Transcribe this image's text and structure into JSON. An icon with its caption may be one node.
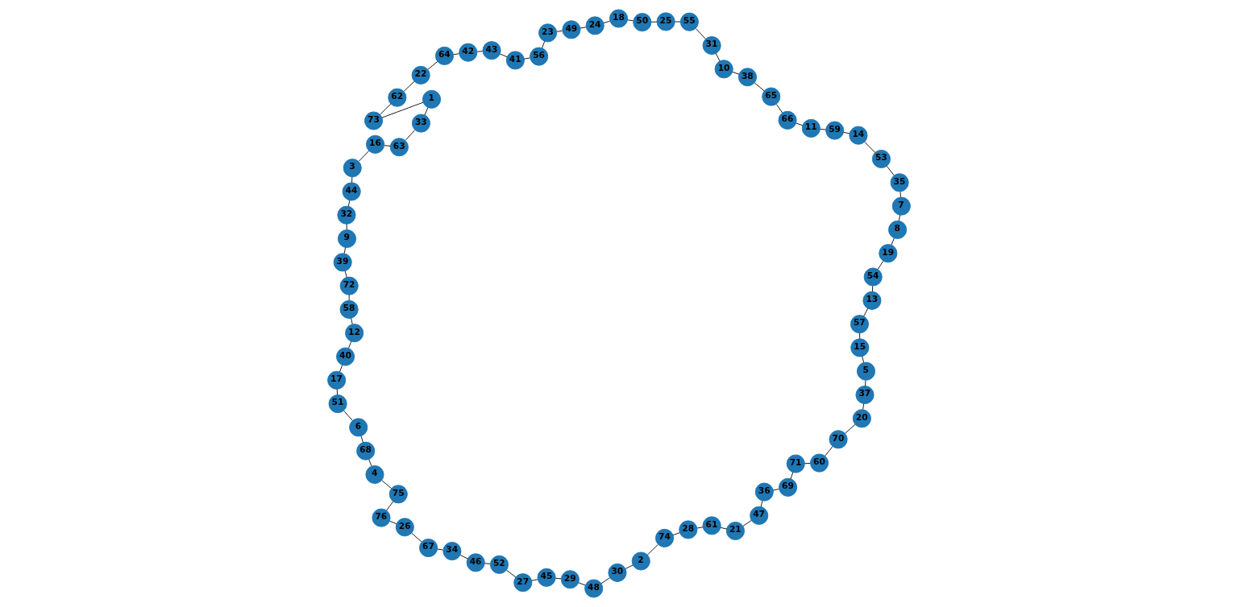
{
  "diagram": {
    "nodes": [
      {
        "text": [
          "1"
        ]
      },
      {
        "text": [
          "2"
        ]
      },
      {
        "text": [
          "3"
        ]
      },
      {
        "text": [
          "4"
        ]
      },
      {
        "text": [
          "5"
        ]
      },
      {
        "text": [
          "6"
        ]
      },
      {
        "text": [
          "7"
        ]
      },
      {
        "text": [
          "8"
        ]
      },
      {
        "text": [
          "9"
        ]
      },
      {
        "text": [
          "10"
        ]
      },
      {
        "text": [
          "11"
        ]
      },
      {
        "text": [
          "12"
        ]
      },
      {
        "text": [
          "13"
        ]
      },
      {
        "text": [
          "14"
        ]
      },
      {
        "text": [
          "15"
        ]
      },
      {
        "text": [
          "16"
        ]
      },
      {
        "text": [
          "17"
        ]
      },
      {
        "text": [
          "18"
        ]
      },
      {
        "text": [
          "19"
        ]
      },
      {
        "text": [
          "20"
        ]
      },
      {
        "text": [
          "21"
        ]
      },
      {
        "text": [
          "22"
        ]
      },
      {
        "text": [
          "23"
        ]
      },
      {
        "text": [
          "24"
        ]
      },
      {
        "text": [
          "25"
        ]
      },
      {
        "text": [
          "26"
        ]
      },
      {
        "text": [
          "27"
        ]
      },
      {
        "text": [
          "28"
        ]
      },
      {
        "text": [
          "29"
        ]
      },
      {
        "text": [
          "30"
        ]
      },
      {
        "text": [
          "31"
        ]
      },
      {
        "text": [
          "32"
        ]
      },
      {
        "text": [
          "33"
        ]
      },
      {
        "text": [
          "34"
        ]
      },
      {
        "text": [
          "35"
        ]
      },
      {
        "text": [
          "36"
        ]
      },
      {
        "text": [
          "37"
        ]
      },
      {
        "text": [
          "38"
        ]
      },
      {
        "text": [
          "39"
        ]
      },
      {
        "text": [
          "40"
        ]
      },
      {
        "text": [
          "41"
        ]
      },
      {
        "text": [
          "42"
        ]
      },
      {
        "text": [
          "43"
        ]
      },
      {
        "text": [
          "44"
        ]
      },
      {
        "text": [
          "45"
        ]
      },
      {
        "text": [
          "46"
        ]
      },
      {
        "text": [
          "47"
        ]
      },
      {
        "text": [
          "48"
        ]
      },
      {
        "text": [
          "49"
        ]
      },
      {
        "text": [
          "50"
        ]
      },
      {
        "text": [
          "51"
        ]
      },
      {
        "text": [
          "52"
        ]
      },
      {
        "text": [
          "53"
        ]
      },
      {
        "text": [
          "54"
        ]
      },
      {
        "text": [
          "55"
        ]
      },
      {
        "text": [
          "56"
        ]
      },
      {
        "text": [
          "57"
        ]
      },
      {
        "text": [
          "58"
        ]
      },
      {
        "text": [
          "59"
        ]
      },
      {
        "text": [
          "60"
        ]
      },
      {
        "text": [
          "61"
        ]
      },
      {
        "text": [
          "62"
        ]
      },
      {
        "text": [
          "63"
        ]
      },
      {
        "text": [
          "64"
        ]
      },
      {
        "text": [
          "65"
        ]
      },
      {
        "text": [
          "66"
        ]
      },
      {
        "text": [
          "67"
        ]
      },
      {
        "text": [
          "68"
        ]
      },
      {
        "text": [
          "69"
        ]
      },
      {
        "text": [
          "70"
        ]
      },
      {
        "text": [
          "71"
        ]
      },
      {
        "text": [
          "72"
        ]
      },
      {
        "text": [
          "73"
        ]
      },
      {
        "text": [
          "74"
        ]
      },
      {
        "text": [
          "75"
        ]
      },
      {
        "text": [
          "76"
        ]
      }
    ],
    "edges": [
      {
        "from": 30,
        "to": 54,
        "arrow": "none"
      },
      {
        "from": 54,
        "to": 24,
        "arrow": "none"
      },
      {
        "from": 24,
        "to": 49,
        "arrow": "none"
      },
      {
        "from": 49,
        "to": 17,
        "arrow": "none"
      },
      {
        "from": 17,
        "to": 23,
        "arrow": "none"
      },
      {
        "from": 23,
        "to": 48,
        "arrow": "none"
      },
      {
        "from": 48,
        "to": 22,
        "arrow": "none"
      },
      {
        "from": 22,
        "to": 55,
        "arrow": "none"
      },
      {
        "from": 55,
        "to": 40,
        "arrow": "none"
      },
      {
        "from": 40,
        "to": 42,
        "arrow": "none"
      },
      {
        "from": 42,
        "to": 41,
        "arrow": "none"
      },
      {
        "from": 41,
        "to": 63,
        "arrow": "none"
      },
      {
        "from": 63,
        "to": 21,
        "arrow": "none"
      },
      {
        "from": 21,
        "to": 61,
        "arrow": "none"
      },
      {
        "from": 61,
        "to": 72,
        "arrow": "none"
      },
      {
        "from": 72,
        "to": 0,
        "arrow": "none"
      },
      {
        "from": 0,
        "to": 32,
        "arrow": "none"
      },
      {
        "from": 32,
        "to": 62,
        "arrow": "none"
      },
      {
        "from": 62,
        "to": 15,
        "arrow": "none"
      },
      {
        "from": 15,
        "to": 2,
        "arrow": "none"
      },
      {
        "from": 2,
        "to": 43,
        "arrow": "none"
      },
      {
        "from": 43,
        "to": 31,
        "arrow": "none"
      },
      {
        "from": 31,
        "to": 8,
        "arrow": "none"
      },
      {
        "from": 8,
        "to": 38,
        "arrow": "none"
      },
      {
        "from": 38,
        "to": 71,
        "arrow": "none"
      },
      {
        "from": 71,
        "to": 57,
        "arrow": "none"
      },
      {
        "from": 57,
        "to": 11,
        "arrow": "none"
      },
      {
        "from": 11,
        "to": 39,
        "arrow": "none"
      },
      {
        "from": 39,
        "to": 16,
        "arrow": "none"
      },
      {
        "from": 16,
        "to": 50,
        "arrow": "none"
      },
      {
        "from": 50,
        "to": 5,
        "arrow": "none"
      },
      {
        "from": 5,
        "to": 67,
        "arrow": "none"
      },
      {
        "from": 67,
        "to": 3,
        "arrow": "none"
      },
      {
        "from": 3,
        "to": 74,
        "arrow": "none"
      },
      {
        "from": 74,
        "to": 75,
        "arrow": "none"
      },
      {
        "from": 75,
        "to": 25,
        "arrow": "none"
      },
      {
        "from": 25,
        "to": 66,
        "arrow": "none"
      },
      {
        "from": 66,
        "to": 33,
        "arrow": "none"
      },
      {
        "from": 33,
        "to": 45,
        "arrow": "none"
      },
      {
        "from": 45,
        "to": 51,
        "arrow": "none"
      },
      {
        "from": 51,
        "to": 26,
        "arrow": "none"
      },
      {
        "from": 26,
        "to": 44,
        "arrow": "none"
      },
      {
        "from": 44,
        "to": 28,
        "arrow": "none"
      },
      {
        "from": 28,
        "to": 47,
        "arrow": "none"
      },
      {
        "from": 47,
        "to": 29,
        "arrow": "none"
      },
      {
        "from": 29,
        "to": 1,
        "arrow": "none"
      },
      {
        "from": 1,
        "to": 73,
        "arrow": "none"
      },
      {
        "from": 73,
        "to": 27,
        "arrow": "none"
      },
      {
        "from": 27,
        "to": 60,
        "arrow": "none"
      },
      {
        "from": 60,
        "to": 20,
        "arrow": "none"
      },
      {
        "from": 20,
        "to": 46,
        "arrow": "none"
      },
      {
        "from": 46,
        "to": 35,
        "arrow": "none"
      },
      {
        "from": 35,
        "to": 68,
        "arrow": "none"
      },
      {
        "from": 68,
        "to": 70,
        "arrow": "none"
      },
      {
        "from": 70,
        "to": 59,
        "arrow": "none"
      },
      {
        "from": 59,
        "to": 69,
        "arrow": "none"
      },
      {
        "from": 69,
        "to": 19,
        "arrow": "none"
      },
      {
        "from": 19,
        "to": 36,
        "arrow": "none"
      },
      {
        "from": 36,
        "to": 4,
        "arrow": "none"
      },
      {
        "from": 4,
        "to": 14,
        "arrow": "none"
      },
      {
        "from": 14,
        "to": 56,
        "arrow": "none"
      },
      {
        "from": 56,
        "to": 12,
        "arrow": "none"
      },
      {
        "from": 12,
        "to": 53,
        "arrow": "none"
      },
      {
        "from": 53,
        "to": 18,
        "arrow": "none"
      },
      {
        "from": 18,
        "to": 7,
        "arrow": "none"
      },
      {
        "from": 7,
        "to": 6,
        "arrow": "none"
      },
      {
        "from": 6,
        "to": 34,
        "arrow": "none"
      },
      {
        "from": 34,
        "to": 52,
        "arrow": "none"
      },
      {
        "from": 52,
        "to": 13,
        "arrow": "none"
      },
      {
        "from": 13,
        "to": 58,
        "arrow": "none"
      },
      {
        "from": 58,
        "to": 10,
        "arrow": "none"
      },
      {
        "from": 10,
        "to": 65,
        "arrow": "none"
      },
      {
        "from": 65,
        "to": 64,
        "arrow": "none"
      },
      {
        "from": 64,
        "to": 37,
        "arrow": "none"
      },
      {
        "from": 37,
        "to": 9,
        "arrow": "none"
      },
      {
        "from": 9,
        "to": 30,
        "arrow": "none"
      }
    ]
  }
}
